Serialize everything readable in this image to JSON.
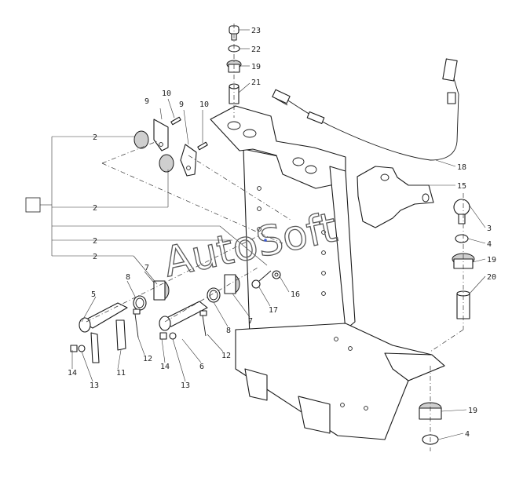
{
  "watermark": "AutoSoft",
  "legend_box": "",
  "callouts": [
    "23",
    "22",
    "19",
    "21",
    "9",
    "10",
    "9",
    "10",
    "2",
    "2",
    "2",
    "2",
    "18",
    "15",
    "3",
    "4",
    "19",
    "20",
    "16",
    "17",
    "7",
    "8",
    "5",
    "8",
    "7",
    "12",
    "6",
    "12",
    "11",
    "14",
    "13",
    "14",
    "13",
    "19",
    "4"
  ]
}
